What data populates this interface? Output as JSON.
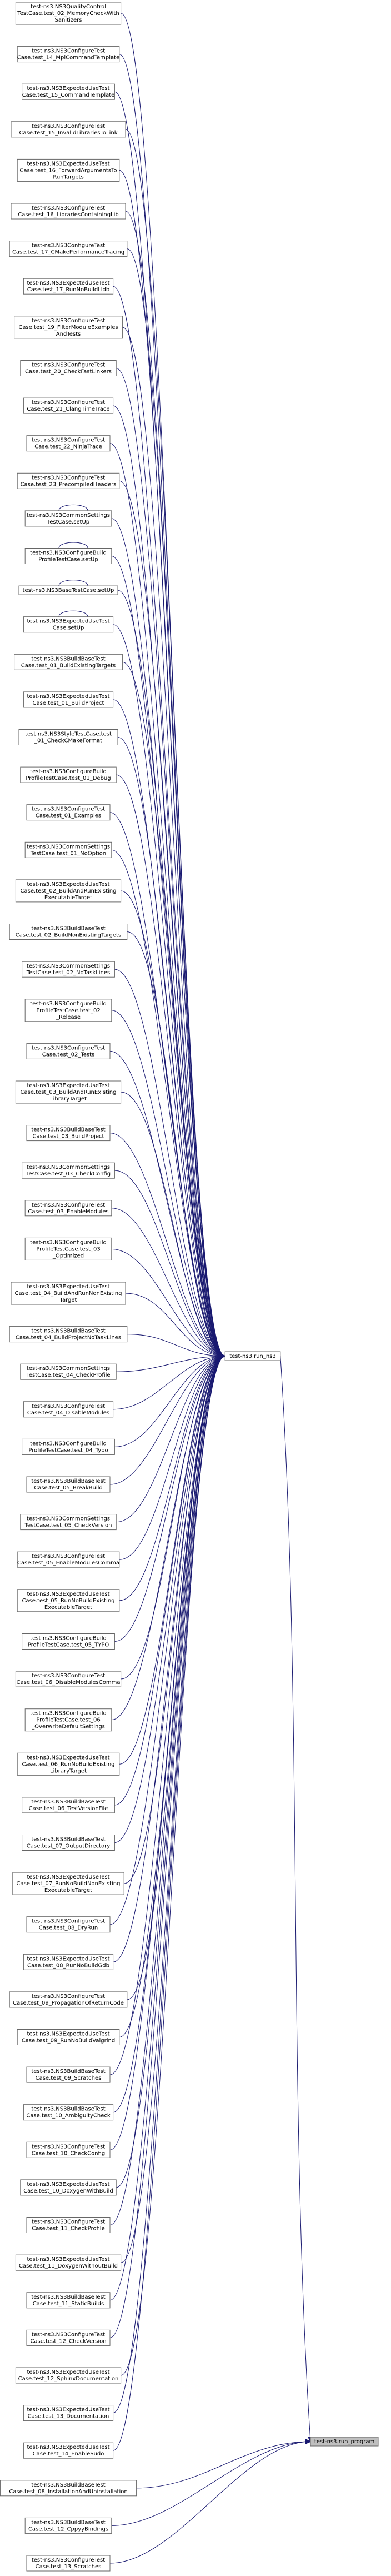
{
  "graph": {
    "root": {
      "id": "run_program",
      "label": "test-ns3.run_program"
    },
    "hub": {
      "id": "run_ns3",
      "label": "test-ns3.run_ns3"
    },
    "direct_callers": [
      {
        "label": [
          "test-ns3.NS3BuildBaseTest",
          "Case.test_08_InstallationAndUninstallation"
        ]
      },
      {
        "label": [
          "test-ns3.NS3BuildBaseTest",
          "Case.test_12_CppyyBindings"
        ]
      },
      {
        "label": [
          "test-ns3.NS3ConfigureTest",
          "Case.test_13_Scratches"
        ]
      }
    ],
    "callers": [
      {
        "label": [
          "test-ns3.NS3QualityControl",
          "TestCase.test_02_MemoryCheckWith",
          "Sanitizers"
        ]
      },
      {
        "label": [
          "test-ns3.NS3ConfigureTest",
          "Case.test_14_MpiCommandTemplate"
        ]
      },
      {
        "label": [
          "test-ns3.NS3ExpectedUseTest",
          "Case.test_15_CommandTemplate"
        ]
      },
      {
        "label": [
          "test-ns3.NS3ConfigureTest",
          "Case.test_15_InvalidLibrariesToLink"
        ]
      },
      {
        "label": [
          "test-ns3.NS3ExpectedUseTest",
          "Case.test_16_ForwardArgumentsTo",
          "RunTargets"
        ]
      },
      {
        "label": [
          "test-ns3.NS3ConfigureTest",
          "Case.test_16_LibrariesContainingLib"
        ]
      },
      {
        "label": [
          "test-ns3.NS3ConfigureTest",
          "Case.test_17_CMakePerformanceTracing"
        ]
      },
      {
        "label": [
          "test-ns3.NS3ExpectedUseTest",
          "Case.test_17_RunNoBuildLldb"
        ]
      },
      {
        "label": [
          "test-ns3.NS3ConfigureTest",
          "Case.test_19_FilterModuleExamples",
          "AndTests"
        ]
      },
      {
        "label": [
          "test-ns3.NS3ConfigureTest",
          "Case.test_20_CheckFastLinkers"
        ]
      },
      {
        "label": [
          "test-ns3.NS3ConfigureTest",
          "Case.test_21_ClangTimeTrace"
        ]
      },
      {
        "label": [
          "test-ns3.NS3ConfigureTest",
          "Case.test_22_NinjaTrace"
        ]
      },
      {
        "label": [
          "test-ns3.NS3ConfigureTest",
          "Case.test_23_PrecompiledHeaders"
        ]
      },
      {
        "label": [
          "test-ns3.NS3CommonSettings",
          "TestCase.setUp"
        ],
        "self_loop": true
      },
      {
        "label": [
          "test-ns3.NS3ConfigureBuild",
          "ProfileTestCase.setUp"
        ],
        "self_loop": true
      },
      {
        "label": [
          "test-ns3.NS3BaseTestCase.setUp"
        ],
        "self_loop": true
      },
      {
        "label": [
          "test-ns3.NS3ExpectedUseTest",
          "Case.setUp"
        ],
        "self_loop": true
      },
      {
        "label": [
          "test-ns3.NS3BuildBaseTest",
          "Case.test_01_BuildExistingTargets"
        ]
      },
      {
        "label": [
          "test-ns3.NS3ExpectedUseTest",
          "Case.test_01_BuildProject"
        ]
      },
      {
        "label": [
          "test-ns3.NS3StyleTestCase.test",
          "_01_CheckCMakeFormat"
        ]
      },
      {
        "label": [
          "test-ns3.NS3ConfigureBuild",
          "ProfileTestCase.test_01_Debug"
        ]
      },
      {
        "label": [
          "test-ns3.NS3ConfigureTest",
          "Case.test_01_Examples"
        ]
      },
      {
        "label": [
          "test-ns3.NS3CommonSettings",
          "TestCase.test_01_NoOption"
        ]
      },
      {
        "label": [
          "test-ns3.NS3ExpectedUseTest",
          "Case.test_02_BuildAndRunExisting",
          "ExecutableTarget"
        ]
      },
      {
        "label": [
          "test-ns3.NS3BuildBaseTest",
          "Case.test_02_BuildNonExistingTargets"
        ]
      },
      {
        "label": [
          "test-ns3.NS3CommonSettings",
          "TestCase.test_02_NoTaskLines"
        ]
      },
      {
        "label": [
          "test-ns3.NS3ConfigureBuild",
          "ProfileTestCase.test_02",
          "_Release"
        ]
      },
      {
        "label": [
          "test-ns3.NS3ConfigureTest",
          "Case.test_02_Tests"
        ]
      },
      {
        "label": [
          "test-ns3.NS3ExpectedUseTest",
          "Case.test_03_BuildAndRunExisting",
          "LibraryTarget"
        ]
      },
      {
        "label": [
          "test-ns3.NS3BuildBaseTest",
          "Case.test_03_BuildProject"
        ]
      },
      {
        "label": [
          "test-ns3.NS3CommonSettings",
          "TestCase.test_03_CheckConfig"
        ]
      },
      {
        "label": [
          "test-ns3.NS3ConfigureTest",
          "Case.test_03_EnableModules"
        ]
      },
      {
        "label": [
          "test-ns3.NS3ConfigureBuild",
          "ProfileTestCase.test_03",
          "_Optimized"
        ]
      },
      {
        "label": [
          "test-ns3.NS3ExpectedUseTest",
          "Case.test_04_BuildAndRunNonExisting",
          "Target"
        ]
      },
      {
        "label": [
          "test-ns3.NS3BuildBaseTest",
          "Case.test_04_BuildProjectNoTaskLines"
        ]
      },
      {
        "label": [
          "test-ns3.NS3CommonSettings",
          "TestCase.test_04_CheckProfile"
        ]
      },
      {
        "label": [
          "test-ns3.NS3ConfigureTest",
          "Case.test_04_DisableModules"
        ]
      },
      {
        "label": [
          "test-ns3.NS3ConfigureBuild",
          "ProfileTestCase.test_04_Typo"
        ]
      },
      {
        "label": [
          "test-ns3.NS3BuildBaseTest",
          "Case.test_05_BreakBuild"
        ]
      },
      {
        "label": [
          "test-ns3.NS3CommonSettings",
          "TestCase.test_05_CheckVersion"
        ]
      },
      {
        "label": [
          "test-ns3.NS3ConfigureTest",
          "Case.test_05_EnableModulesComma"
        ]
      },
      {
        "label": [
          "test-ns3.NS3ExpectedUseTest",
          "Case.test_05_RunNoBuildExisting",
          "ExecutableTarget"
        ]
      },
      {
        "label": [
          "test-ns3.NS3ConfigureBuild",
          "ProfileTestCase.test_05_TYPO"
        ]
      },
      {
        "label": [
          "test-ns3.NS3ConfigureTest",
          "Case.test_06_DisableModulesComma"
        ]
      },
      {
        "label": [
          "test-ns3.NS3ConfigureBuild",
          "ProfileTestCase.test_06",
          "_OverwriteDefaultSettings"
        ]
      },
      {
        "label": [
          "test-ns3.NS3ExpectedUseTest",
          "Case.test_06_RunNoBuildExisting",
          "LibraryTarget"
        ]
      },
      {
        "label": [
          "test-ns3.NS3BuildBaseTest",
          "Case.test_06_TestVersionFile"
        ]
      },
      {
        "label": [
          "test-ns3.NS3BuildBaseTest",
          "Case.test_07_OutputDirectory"
        ]
      },
      {
        "label": [
          "test-ns3.NS3ExpectedUseTest",
          "Case.test_07_RunNoBuildNonExisting",
          "ExecutableTarget"
        ]
      },
      {
        "label": [
          "test-ns3.NS3ConfigureTest",
          "Case.test_08_DryRun"
        ]
      },
      {
        "label": [
          "test-ns3.NS3ExpectedUseTest",
          "Case.test_08_RunNoBuildGdb"
        ]
      },
      {
        "label": [
          "test-ns3.NS3ConfigureTest",
          "Case.test_09_PropagationOfReturnCode"
        ]
      },
      {
        "label": [
          "test-ns3.NS3ExpectedUseTest",
          "Case.test_09_RunNoBuildValgrind"
        ]
      },
      {
        "label": [
          "test-ns3.NS3BuildBaseTest",
          "Case.test_09_Scratches"
        ]
      },
      {
        "label": [
          "test-ns3.NS3BuildBaseTest",
          "Case.test_10_AmbiguityCheck"
        ]
      },
      {
        "label": [
          "test-ns3.NS3ConfigureTest",
          "Case.test_10_CheckConfig"
        ]
      },
      {
        "label": [
          "test-ns3.NS3ExpectedUseTest",
          "Case.test_10_DoxygenWithBuild"
        ]
      },
      {
        "label": [
          "test-ns3.NS3ConfigureTest",
          "Case.test_11_CheckProfile"
        ]
      },
      {
        "label": [
          "test-ns3.NS3ExpectedUseTest",
          "Case.test_11_DoxygenWithoutBuild"
        ]
      },
      {
        "label": [
          "test-ns3.NS3BuildBaseTest",
          "Case.test_11_StaticBuilds"
        ]
      },
      {
        "label": [
          "test-ns3.NS3ConfigureTest",
          "Case.test_12_CheckVersion"
        ]
      },
      {
        "label": [
          "test-ns3.NS3ExpectedUseTest",
          "Case.test_12_SphinxDocumentation"
        ]
      },
      {
        "label": [
          "test-ns3.NS3ExpectedUseTest",
          "Case.test_13_Documentation"
        ]
      },
      {
        "label": [
          "test-ns3.NS3ExpectedUseTest",
          "Case.test_14_EnableSudo"
        ]
      }
    ]
  },
  "colors": {
    "edge": "#191970",
    "node_border": "#666666",
    "root_fill": "#bfbfbf",
    "node_fill": "#ffffff"
  }
}
